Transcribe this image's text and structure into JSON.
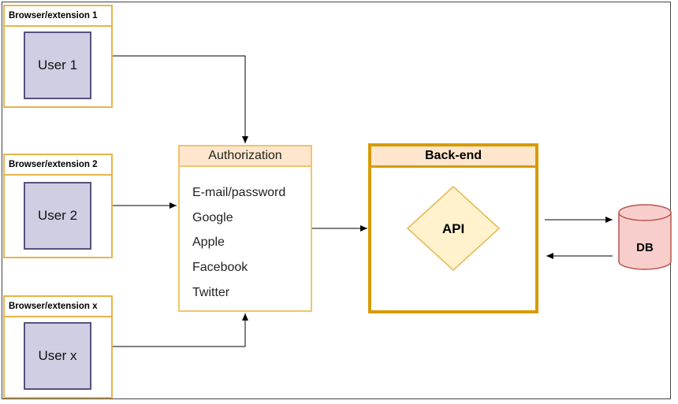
{
  "clients": [
    {
      "container_label": "Browser/extension 1",
      "user_label": "User 1"
    },
    {
      "container_label": "Browser/extension 2",
      "user_label": "User 2"
    },
    {
      "container_label": "Browser/extension x",
      "user_label": "User x"
    }
  ],
  "authorization": {
    "title": "Authorization",
    "methods": [
      "E-mail/password",
      "Google",
      "Apple",
      "Facebook",
      "Twitter"
    ]
  },
  "backend": {
    "title": "Back-end",
    "api_label": "API"
  },
  "database": {
    "label": "DB"
  },
  "colors": {
    "container_border": "#e6b54a",
    "user_fill": "#d0cee2",
    "user_border": "#56517e",
    "header_fill": "#ffe6cc",
    "backend_border": "#d79b00",
    "api_fill": "#fff2cc",
    "api_border": "#e6b54a",
    "db_fill": "#f8cecc",
    "db_border": "#b85450"
  }
}
